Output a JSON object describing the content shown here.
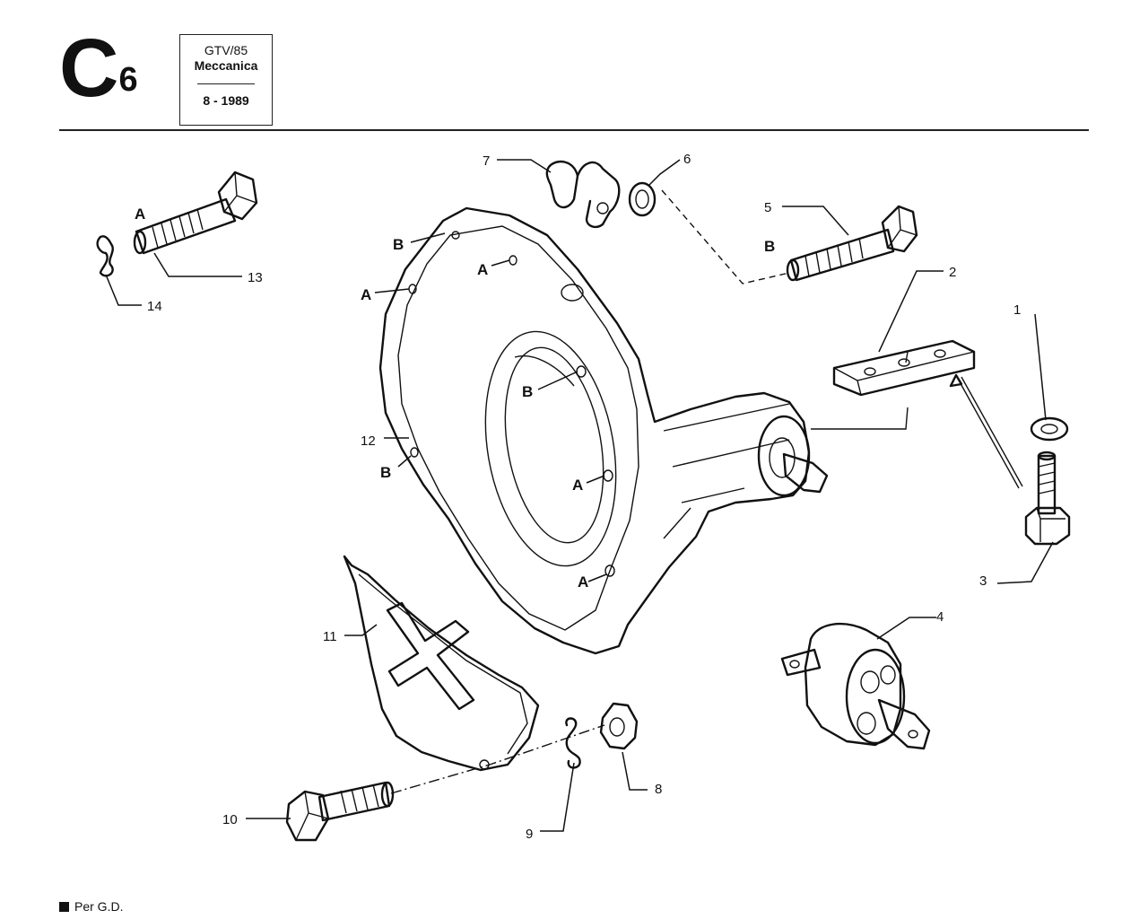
{
  "header": {
    "section_letter": "C",
    "section_number": "6",
    "model": "GTV/85",
    "group": "Meccanica",
    "date": "8 - 1989"
  },
  "footer": {
    "note": "Per G.D."
  },
  "callouts": [
    "1",
    "2",
    "3",
    "4",
    "5",
    "6",
    "7",
    "8",
    "9",
    "10",
    "11",
    "12",
    "13",
    "14"
  ],
  "refs": {
    "a": "A",
    "b": "B"
  }
}
